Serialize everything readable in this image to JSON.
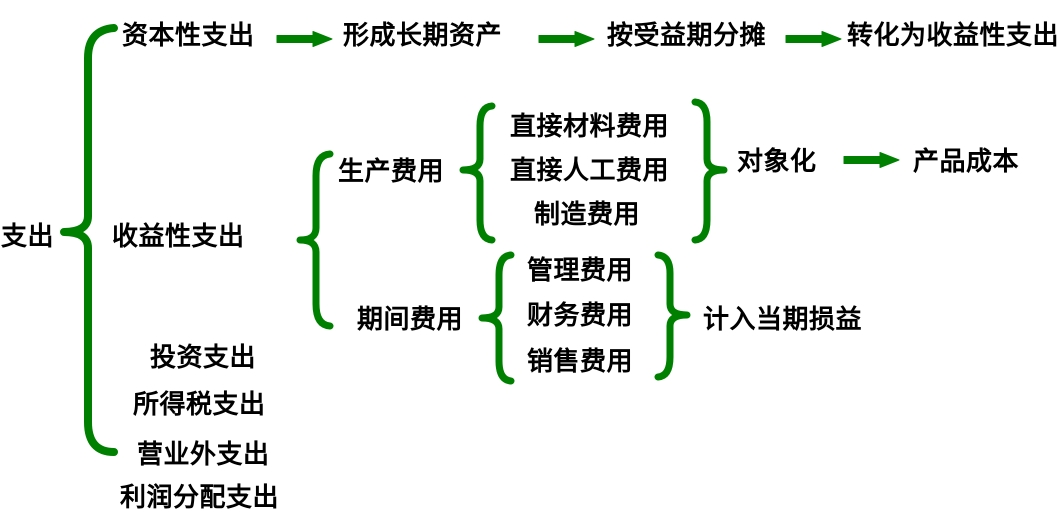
{
  "colors": {
    "accent_green": "#008000",
    "text": "#000000",
    "background": "#ffffff"
  },
  "root": {
    "label": "支出"
  },
  "branches": {
    "capital": {
      "label": "资本性支出",
      "flow": [
        "形成长期资产",
        "按受益期分摊",
        "转化为收益性支出"
      ]
    },
    "revenue": {
      "label": "收益性支出",
      "production": {
        "label": "生产费用",
        "items": [
          "直接材料费用",
          "直接人工费用",
          "制造费用"
        ],
        "process_label": "对象化",
        "result_label": "产品成本"
      },
      "period": {
        "label": "期间费用",
        "items": [
          "管理费用",
          "财务费用",
          "销售费用"
        ],
        "result_label": "计入当期损益"
      }
    },
    "others": [
      "投资支出",
      "所得税支出",
      "营业外支出",
      "利润分配支出"
    ]
  }
}
